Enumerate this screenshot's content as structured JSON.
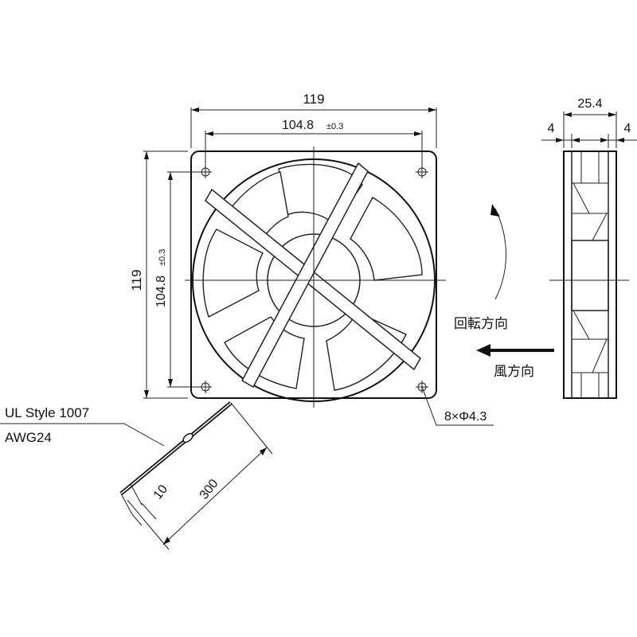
{
  "front_view": {
    "width_label": "119",
    "hole_pitch_x_label": "104.8",
    "hole_pitch_x_tol": "±0.3",
    "height_label": "119",
    "hole_pitch_y_label": "104.8",
    "hole_pitch_y_tol": "±0.3",
    "mount_hole_label": "8×Φ4.3"
  },
  "side_view": {
    "depth_label": "25.4",
    "flange_left_label": "4",
    "flange_right_label": "4"
  },
  "direction": {
    "rotation_label": "回転方向",
    "airflow_label": "風方向"
  },
  "lead_wire": {
    "style_label": "UL Style 1007",
    "gauge_label": "AWG24",
    "strip_length_label": "10",
    "lead_length_label": "300"
  },
  "colors": {
    "line": "#222222",
    "background": "#ffffff"
  }
}
